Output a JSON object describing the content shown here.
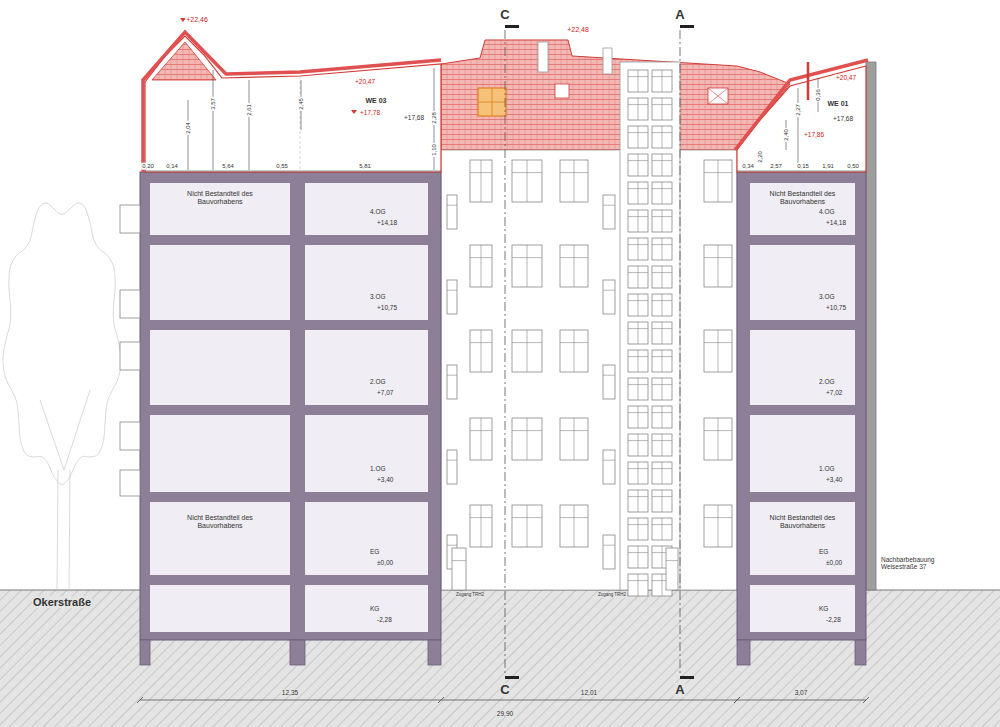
{
  "diagram": {
    "nodes": [
      {
        "text": [
          "Nicht Bestandteil des Bauvorhabens"
        ]
      },
      {
        "text": [
          "4.OG",
          "+14,18"
        ]
      },
      {
        "text": [
          "Nicht Bestandteil des Bauvorhabens",
          "4.OG",
          "+14,18"
        ]
      },
      {
        "text": [
          "3.OG",
          "+10,75"
        ]
      },
      {
        "text": [
          "3.OG",
          "+10,75"
        ]
      },
      {
        "text": [
          "2.OG",
          "+7,07"
        ]
      },
      {
        "text": [
          "2.OG",
          "+7,02"
        ]
      },
      {
        "text": [
          "1.OG",
          "+3,40"
        ]
      },
      {
        "text": [
          "1.OG",
          "+3,40"
        ]
      },
      {
        "text": [
          "Nicht Bestandteil des Bauvorhabens"
        ]
      },
      {
        "text": [
          "EG",
          "±0,00"
        ]
      },
      {
        "text": [
          "Nicht Bestandteil des Bauvorhabens",
          "EG",
          "±0,00"
        ]
      },
      {
        "text": [
          "KG",
          "-2,28"
        ]
      },
      {
        "text": [
          "KG",
          "-2,28"
        ]
      }
    ],
    "labels": [
      "C",
      "A",
      "C",
      "A",
      "+22,46",
      "+22,48",
      "+20,47",
      "+20,47",
      "2,04",
      "3,57",
      "2,61",
      "2,45",
      "WE 03",
      "+17,78",
      "+17,68",
      "2,28",
      "1,10",
      "0,36",
      "2,27",
      "2,40",
      "2,20",
      "WE 01",
      "+17,86",
      "+17,68",
      "0,20",
      "0,14",
      "5,64",
      "0,55",
      "5,81",
      "0,34",
      "2,57",
      "0,15",
      "1,91",
      "0,50",
      "Okerstraße",
      "Nachbarbebauung Weisestraße 37",
      "Zugang TRH2",
      "Zugang TRH2",
      "12,35",
      "12,01",
      "3,07",
      "29,90"
    ]
  }
}
